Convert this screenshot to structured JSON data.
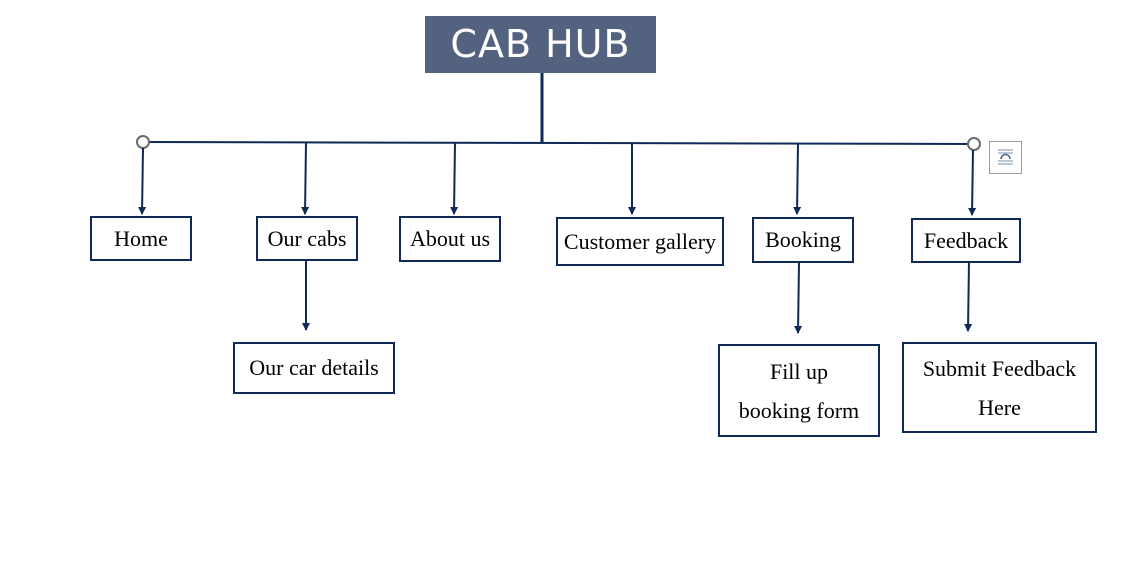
{
  "diagram": {
    "title": "CAB HUB",
    "nodes": {
      "home": "Home",
      "our_cabs": "Our cabs",
      "about_us": "About us",
      "customer_gallery": "Customer gallery",
      "booking": "Booking",
      "feedback": "Feedback",
      "our_car_details": "Our car details",
      "fill_up_line1": "Fill up",
      "fill_up_line2": "booking form",
      "submit_line1": "Submit Feedback",
      "submit_line2": "Here"
    },
    "edges": [
      [
        "CAB HUB",
        "Home"
      ],
      [
        "CAB HUB",
        "Our cabs"
      ],
      [
        "CAB HUB",
        "About us"
      ],
      [
        "CAB HUB",
        "Customer gallery"
      ],
      [
        "CAB HUB",
        "Booking"
      ],
      [
        "CAB HUB",
        "Feedback"
      ],
      [
        "Our cabs",
        "Our car details"
      ],
      [
        "Booking",
        "Fill up booking form"
      ],
      [
        "Feedback",
        "Submit Feedback Here"
      ]
    ],
    "colors": {
      "title_fill": "#53627f",
      "line": "#0f2a56",
      "box_border": "#0f2a56"
    }
  }
}
